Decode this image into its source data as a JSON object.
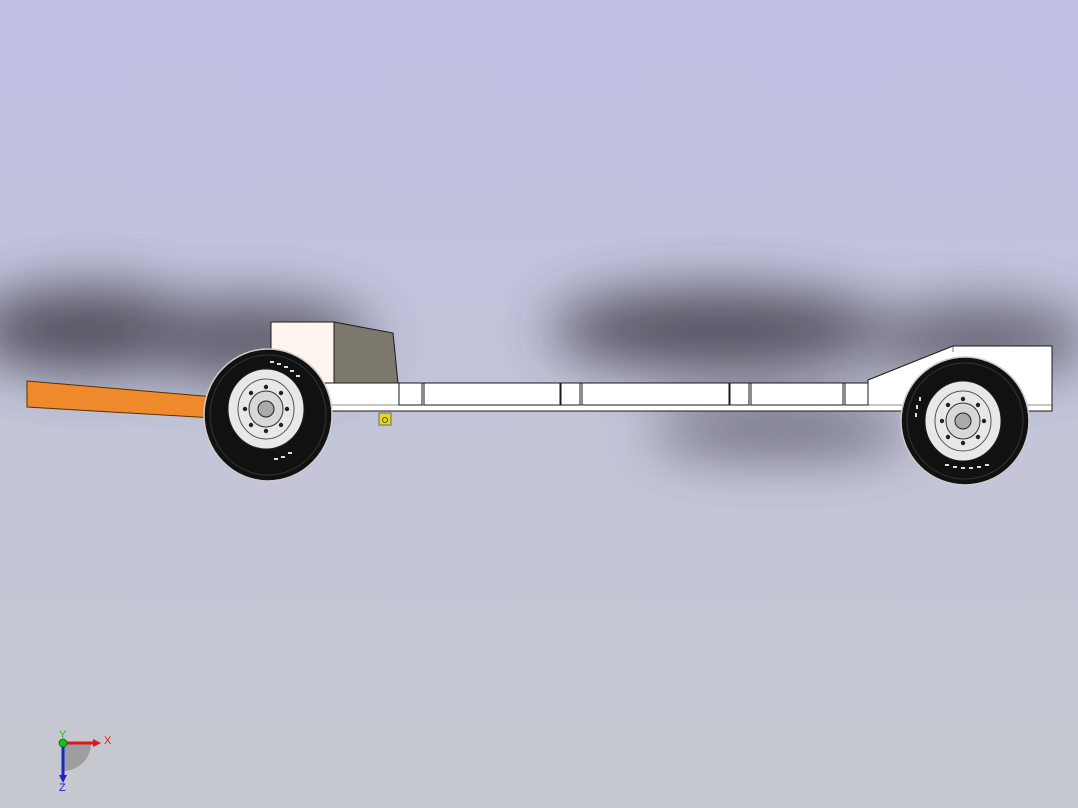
{
  "viewport": {
    "background_top": "#c0c0e4",
    "background_bottom": "#c6c9cf"
  },
  "model": {
    "frame_color": "#ffffff",
    "outline_color": "#1a1a1a",
    "cab_block_color": "#fdf5ee",
    "cab_slope_color": "#7d786e",
    "drawbar_color": "#ee8a2c",
    "bracket_color": "#e6d628",
    "tire_color": "#111111",
    "rim_color": "#e8e8e8"
  },
  "triad": {
    "x_label": "X",
    "y_label": "Y",
    "z_label": "Z",
    "x_color": "#e01818",
    "y_color": "#18c018",
    "z_color": "#2020d0"
  }
}
